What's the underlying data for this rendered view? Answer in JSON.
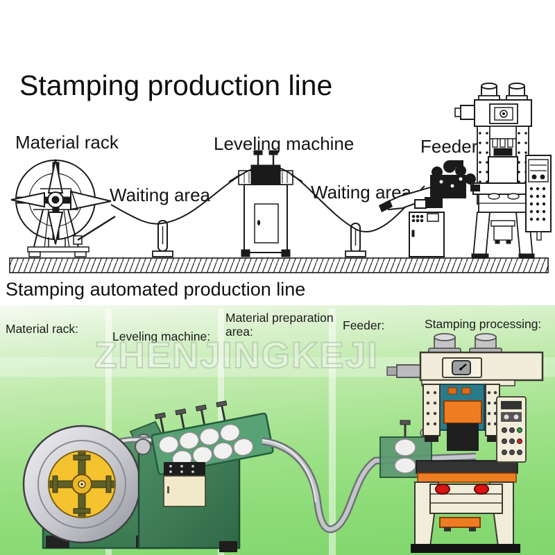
{
  "top": {
    "title": "Stamping production line",
    "label_material_rack": "Material rack",
    "label_leveling_machine": "Leveling machine",
    "label_feeder": "Feeder",
    "label_waiting_area_1": "Waiting area",
    "label_waiting_area_2": "Waiting area"
  },
  "bottom": {
    "title": "Stamping automated production line",
    "label_material_rack": "Material rack:",
    "label_leveling_machine": "Leveling machine:",
    "label_material_preparation_area": "Material preparation area:",
    "label_feeder": "Feeder:",
    "label_stamping_processing": "Stamping processing:",
    "watermark": "ZHENJINGKEJI"
  },
  "colors": {
    "line_art": "#1a1a1a",
    "background_green_light": "#e2f4d8",
    "background_green_deep": "#80d66c",
    "machine_green": "#4c8c64",
    "roller_head_green": "#58a275",
    "teal": "#2a7b8a",
    "accent_orange": "#ee7d22",
    "hub_yellow": "#f5c330",
    "cream": "#f2edda",
    "silver": "#b9bdc1",
    "status_red": "#d81414"
  }
}
